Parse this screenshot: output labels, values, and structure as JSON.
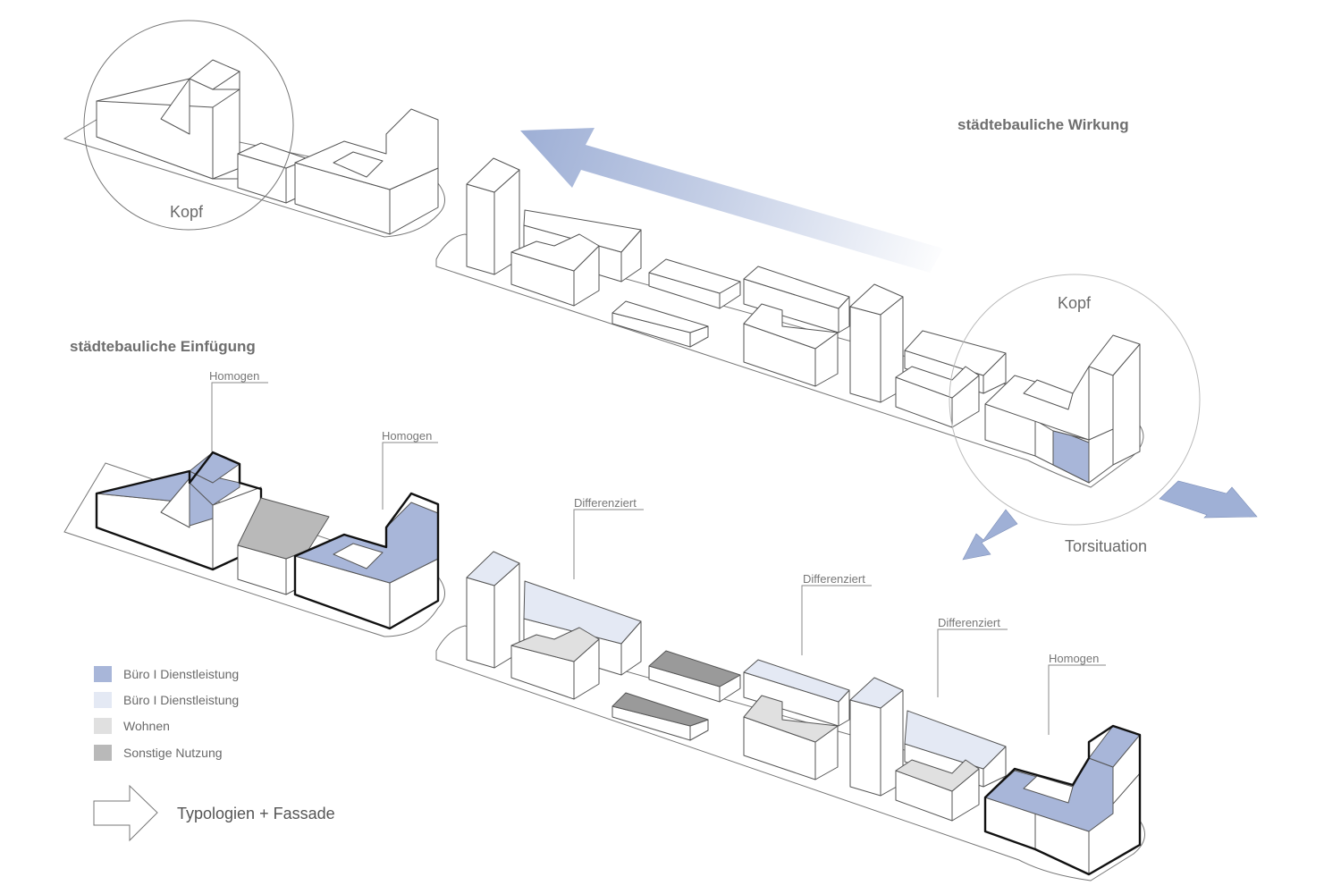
{
  "headings": {
    "effect": "städtebauliche Wirkung",
    "integration": "städtebauliche Einfügung"
  },
  "labels": {
    "kopf_left": "Kopf",
    "kopf_right": "Kopf",
    "torsituation": "Torsituation",
    "homogen_1": "Homogen",
    "homogen_2": "Homogen",
    "homogen_3": "Homogen",
    "differenziert_1": "Differenziert",
    "differenziert_2": "Differenziert",
    "differenziert_3": "Differenziert"
  },
  "legend": {
    "items": [
      {
        "label": "Büro I Dienstleistung",
        "color": "#a8b6d9"
      },
      {
        "label": "Büro I Dienstleistung",
        "color": "#e4e9f4"
      },
      {
        "label": "Wohnen",
        "color": "#e0e0e0"
      },
      {
        "label": "Sonstige Nutzung",
        "color": "#b9b9b9"
      }
    ],
    "arrow_label": "Typologien + Fassade"
  },
  "colors": {
    "office_dark": "#a8b6d9",
    "office_light": "#e4e9f4",
    "residential": "#e0e0e0",
    "other": "#b9b9b9",
    "arrow_blue": "#9fb0d6",
    "line": "#555555"
  }
}
